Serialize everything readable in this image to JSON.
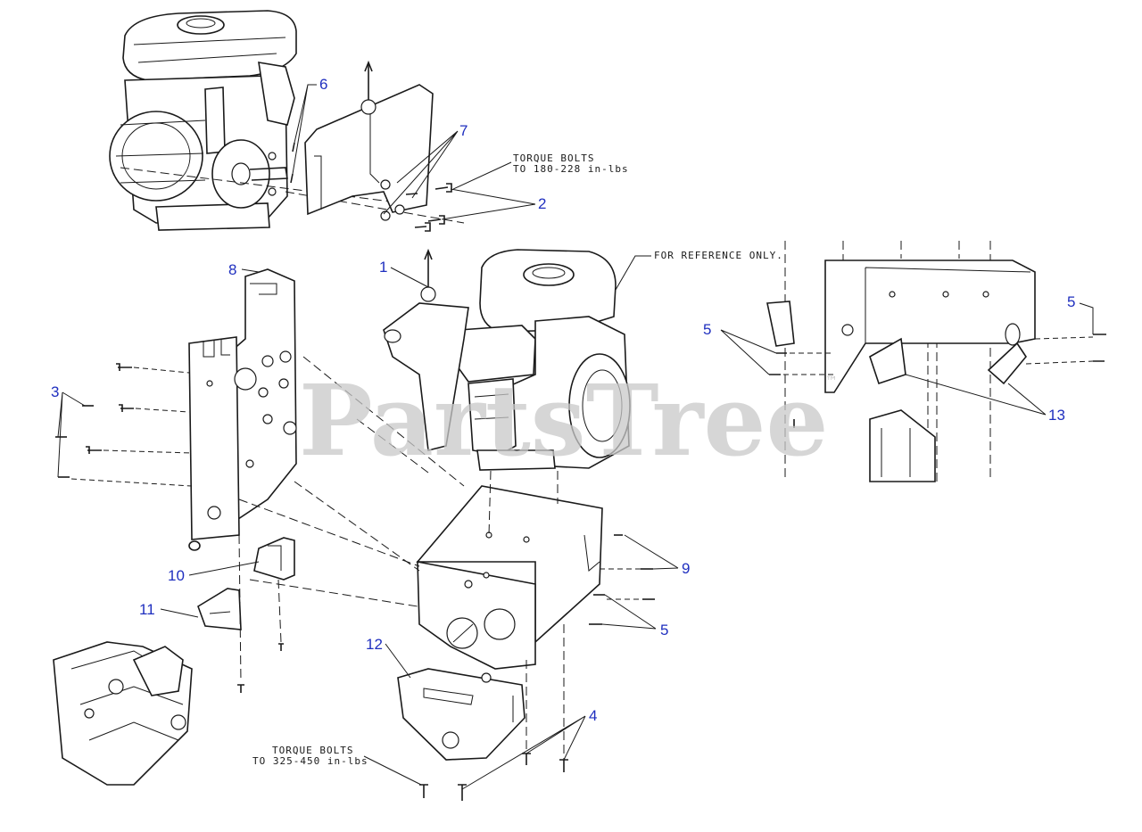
{
  "watermark": {
    "text": "PartsTree",
    "trademark": "™"
  },
  "notes": {
    "torque_top_line1": "TORQUE BOLTS",
    "torque_top_line2": "TO 180-228 in-lbs",
    "reference": "FOR REFERENCE ONLY.",
    "torque_bottom_line1": "TORQUE BOLTS",
    "torque_bottom_line2": "TO 325-450 in-lbs"
  },
  "callouts": {
    "c1": "1",
    "c2": "2",
    "c3": "3",
    "c4": "4",
    "c5_left": "5",
    "c5_right": "5",
    "c5_bottom": "5",
    "c6": "6",
    "c7": "7",
    "c8": "8",
    "c9": "9",
    "c10": "10",
    "c11": "11",
    "c12": "12",
    "c13": "13"
  },
  "colors": {
    "callout": "#1f2fbf",
    "line": "#1a1a1a",
    "watermark": "#c8c8c8"
  }
}
